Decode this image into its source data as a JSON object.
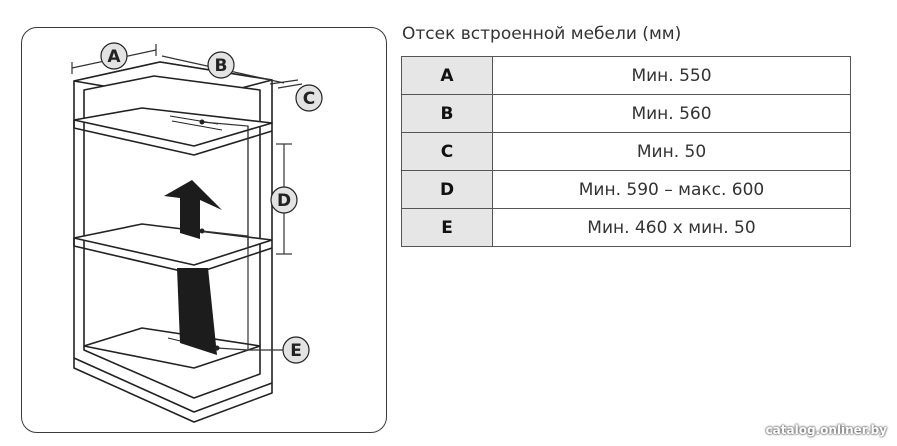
{
  "title": "Отсек встроенной мебели (мм)",
  "rows": [
    {
      "key": "A",
      "value": "Мин. 550"
    },
    {
      "key": "B",
      "value": "Мин. 560"
    },
    {
      "key": "C",
      "value": "Мин. 50"
    },
    {
      "key": "D",
      "value": "Мин. 590 – макс. 600"
    },
    {
      "key": "E",
      "value": "Мин. 460 x мин. 50"
    }
  ],
  "diagram": {
    "labels": {
      "a": "A",
      "b": "B",
      "c": "C",
      "d": "D",
      "e": "E"
    }
  },
  "watermark": "catalog.onliner.by",
  "colors": {
    "label_bubble": "#e3e3e3",
    "key_cell": "#e6e6e6",
    "arrow": "#1c1c1c"
  }
}
